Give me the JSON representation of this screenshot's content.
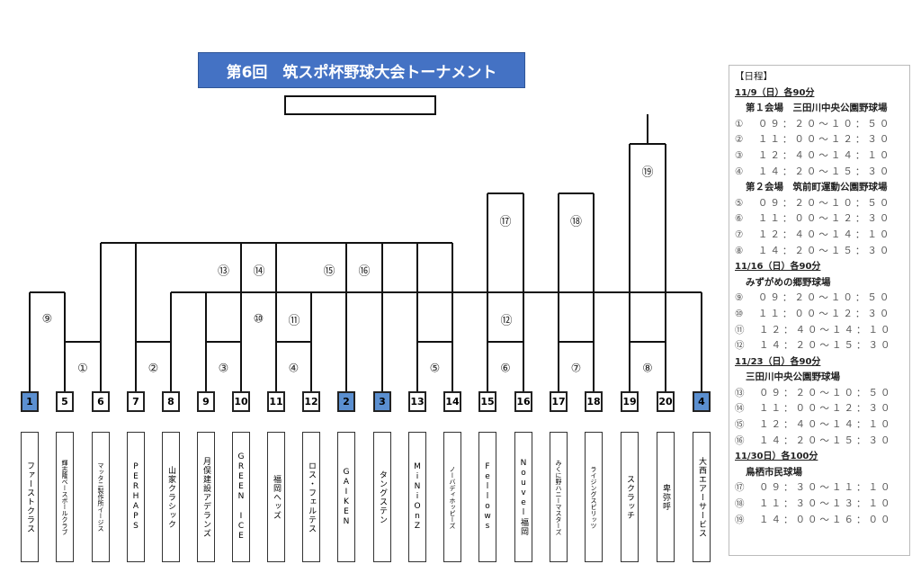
{
  "title": "第6回　筑スポ杯野球大会トーナメント",
  "final_box": "",
  "seeds": [
    {
      "no": "1",
      "seeded": true,
      "team": "ファーストクラス"
    },
    {
      "no": "5",
      "seeded": false,
      "team": "輝志隆ベースボールクラブ"
    },
    {
      "no": "6",
      "seeded": false,
      "team": "マッタニ製作所イージス"
    },
    {
      "no": "7",
      "seeded": false,
      "team": "PERHAPS"
    },
    {
      "no": "8",
      "seeded": false,
      "team": "山家クラシック"
    },
    {
      "no": "9",
      "seeded": false,
      "team": "月俣建設アデランズ"
    },
    {
      "no": "10",
      "seeded": false,
      "team": "GREEN ICE"
    },
    {
      "no": "11",
      "seeded": false,
      "team": "福岡ヘッズ"
    },
    {
      "no": "12",
      "seeded": false,
      "team": "ロス・フェルテス"
    },
    {
      "no": "2",
      "seeded": true,
      "team": "GAIKEN"
    },
    {
      "no": "3",
      "seeded": true,
      "team": "タングステン"
    },
    {
      "no": "13",
      "seeded": false,
      "team": "MiNiOnZ"
    },
    {
      "no": "14",
      "seeded": false,
      "team": "ノーバディホッピーズ"
    },
    {
      "no": "15",
      "seeded": false,
      "team": "Fellows"
    },
    {
      "no": "16",
      "seeded": false,
      "team": "Nouvel福岡"
    },
    {
      "no": "17",
      "seeded": false,
      "team": "みくに野ハニーマスターズ"
    },
    {
      "no": "18",
      "seeded": false,
      "team": "ライジングスピリッツ"
    },
    {
      "no": "19",
      "seeded": false,
      "team": "スクラッチ"
    },
    {
      "no": "20",
      "seeded": false,
      "team": "卑弥呼"
    },
    {
      "no": "4",
      "seeded": true,
      "team": "大西エアーサービス"
    }
  ],
  "matches": [
    "①",
    "②",
    "③",
    "④",
    "⑤",
    "⑥",
    "⑦",
    "⑧",
    "⑨",
    "⑩",
    "⑪",
    "⑫",
    "⑬",
    "⑭",
    "⑮",
    "⑯",
    "⑰",
    "⑱",
    "⑲"
  ],
  "schedule": {
    "heading": "【日程】",
    "rows": [
      {
        "t": "date",
        "v": "11/9（日）各90分"
      },
      {
        "t": "venue",
        "v": "第１会場　三田川中央公園野球場"
      },
      {
        "t": "slot",
        "v": "①　０９：２０～１０：５０"
      },
      {
        "t": "slot",
        "v": "②　１１：００～１２：３０"
      },
      {
        "t": "slot",
        "v": "③　１２：４０～１４：１０"
      },
      {
        "t": "slot",
        "v": "④　１４：２０～１５：３０"
      },
      {
        "t": "venue",
        "v": "第２会場　筑前町運動公園野球場"
      },
      {
        "t": "slot",
        "v": "⑤　０９：２０～１０：５０"
      },
      {
        "t": "slot",
        "v": "⑥　１１：００～１２：３０"
      },
      {
        "t": "slot",
        "v": "⑦　１２：４０～１４：１０"
      },
      {
        "t": "slot",
        "v": "⑧　１４：２０～１５：３０"
      },
      {
        "t": "date",
        "v": "11/16（日）各90分"
      },
      {
        "t": "venue",
        "v": "みずがめの郷野球場"
      },
      {
        "t": "slot",
        "v": "⑨　０９：２０～１０：５０"
      },
      {
        "t": "slot",
        "v": "⑩　１１：００～１２：３０"
      },
      {
        "t": "slot",
        "v": "⑪　１２：４０～１４：１０"
      },
      {
        "t": "slot",
        "v": "⑫　１４：２０～１５：３０"
      },
      {
        "t": "date",
        "v": "11/23（日）各90分"
      },
      {
        "t": "venue",
        "v": "三田川中央公園野球場"
      },
      {
        "t": "slot",
        "v": "⑬　０９：２０～１０：５０"
      },
      {
        "t": "slot",
        "v": "⑭　１１：００～１２：３０"
      },
      {
        "t": "slot",
        "v": "⑮　１２：４０～１４：１０"
      },
      {
        "t": "slot",
        "v": "⑯　１４：２０～１５：３０"
      },
      {
        "t": "date",
        "v": "11/30日）各100分"
      },
      {
        "t": "venue",
        "v": "鳥栖市民球場"
      },
      {
        "t": "slot",
        "v": "⑰　０９：３０～１１：１０"
      },
      {
        "t": "slot",
        "v": "⑱　１１：３０～１３：１０"
      },
      {
        "t": "slot",
        "v": "⑲　１４：００～１６：００"
      }
    ]
  }
}
